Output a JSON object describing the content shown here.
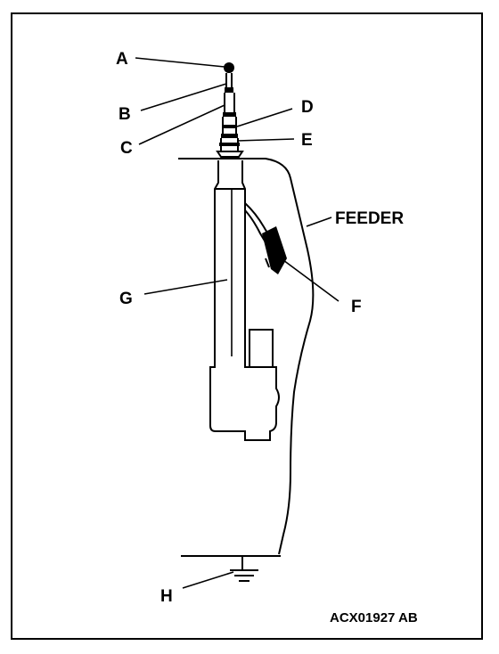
{
  "labels": {
    "a": "A",
    "b": "B",
    "c": "C",
    "d": "D",
    "e": "E",
    "f": "F",
    "g": "G",
    "h": "H",
    "feeder": "FEEDER"
  },
  "figure_code": "ACX01927 AB"
}
